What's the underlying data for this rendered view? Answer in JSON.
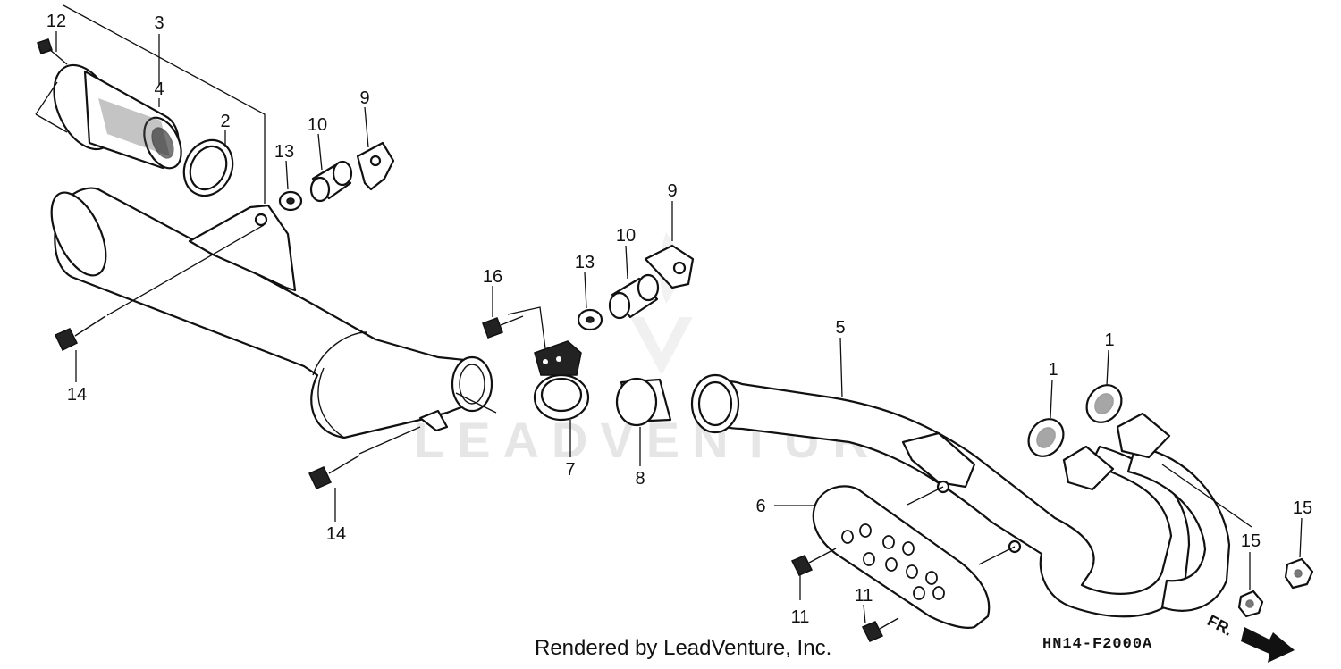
{
  "watermark": "LEADVENTURE",
  "footer": {
    "credit": "Rendered by LeadVenture, Inc.",
    "diagram_code": "HN14-F2000A"
  },
  "direction": {
    "label": "FR."
  },
  "callouts": [
    {
      "num": "12"
    },
    {
      "num": "3"
    },
    {
      "num": "4"
    },
    {
      "num": "2"
    },
    {
      "num": "13"
    },
    {
      "num": "10"
    },
    {
      "num": "9"
    },
    {
      "num": "9"
    },
    {
      "num": "10"
    },
    {
      "num": "13"
    },
    {
      "num": "16"
    },
    {
      "num": "14"
    },
    {
      "num": "14"
    },
    {
      "num": "7"
    },
    {
      "num": "8"
    },
    {
      "num": "5"
    },
    {
      "num": "1"
    },
    {
      "num": "1"
    },
    {
      "num": "6"
    },
    {
      "num": "15"
    },
    {
      "num": "15"
    },
    {
      "num": "11"
    },
    {
      "num": "11"
    }
  ]
}
